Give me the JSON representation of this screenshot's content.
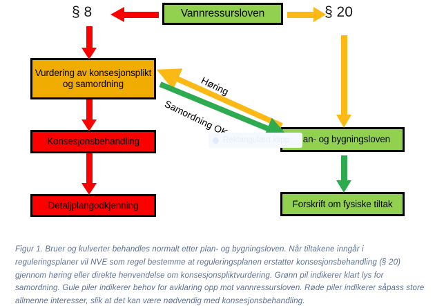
{
  "figure": {
    "caption": "Figur 1. Bruer og kulverter behandles normalt etter plan- og bygningsloven. Når tiltakene inngår i reguleringsplaner vil NVE som regel bestemme at reguleringsplanen erstatter konsesjonsbehandling (§ 20) gjennom høring eller direkte henvendelse om konsesjonspliktvurdering. Grønn pil indikerer klart lys for samordning. Gule piler indikerer behov for avklaring opp mot vannressursloven. Røde piler indikerer såpass store allmenne interesser, slik at det kan være nødvendig med konsesjonsbehandling."
  },
  "nodes": {
    "vannressursloven": "Vannressursloven",
    "vurdering": "Vurdering av konsesjonsplikt og samordning",
    "konsesjonsbehandling": "Konsesjonsbehandling",
    "detaljplangodkjenning": "Detaljplangodkjenning",
    "plan_og_bygningsloven": "Plan- og bygningsloven",
    "forskrift": "Forskrift om fysiske tiltak"
  },
  "section_labels": {
    "paragraph_8": "§ 8",
    "paragraph_20": "§ 20"
  },
  "edge_labels": {
    "horing": "Høring",
    "samordning_ok": "Samordning OK"
  },
  "watermark": {
    "text": "Rektangulært klipp"
  },
  "colors": {
    "green_box": "#92d04f",
    "orange_box": "#f0ad00",
    "red_box": "#fc0000",
    "red_arrow": "#fc0000",
    "yellow_arrow": "#fcb814",
    "green_arrow": "#2fab4f",
    "box_border": "#000000",
    "caption_text": "#5d7199"
  },
  "legend_meaning": {
    "green": "Grønn pil indikerer klart lys for samordning.",
    "yellow": "Gule piler indikerer behov for avklaring opp mot vannressursloven.",
    "red": "Røde piler indikerer såpass store allmenne interesser, slik at det kan være nødvendig med konsesjonsbehandling."
  }
}
